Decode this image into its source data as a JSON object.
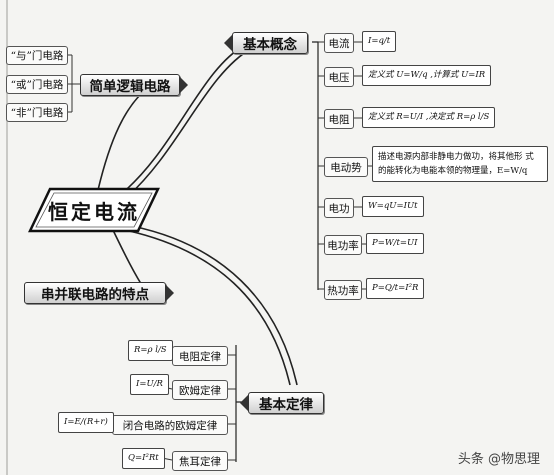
{
  "center": {
    "label": "恒定电流"
  },
  "branches": {
    "basic_concepts": "基本概念",
    "logic_circuits": "简单逻辑电路",
    "series_parallel": "串并联电路的特点",
    "basic_laws": "基本定律"
  },
  "logic_gates": [
    "“与”门电路",
    "“或”门电路",
    "“非”门电路"
  ],
  "concepts": [
    {
      "name": "电流",
      "formula": "I=q/t"
    },
    {
      "name": "电压",
      "formula": "定义式 U=W/q ,计算式 U=IR"
    },
    {
      "name": "电阻",
      "formula": "定义式 R=U/I ,决定式 R=ρ l/S"
    },
    {
      "name": "电动势",
      "formula": "描述电源内部非静电力做功，将其他形 式的能转化为电能本领的物理量，E=W/q"
    },
    {
      "name": "电功",
      "formula": "W=qU=IUt"
    },
    {
      "name": "电功率",
      "formula": "P=W/t=UI"
    },
    {
      "name": "热功率",
      "formula": "P=Q/t=I²R"
    }
  ],
  "laws": [
    {
      "name": "电阻定律",
      "formula": "R=ρ l/S"
    },
    {
      "name": "欧姆定律",
      "formula": "I=U/R"
    },
    {
      "name": "闭合电路的欧姆定律",
      "formula": "I=E/(R+r)"
    },
    {
      "name": "焦耳定律",
      "formula": "Q=I²Rt"
    }
  ],
  "watermark": "头条 @物思理"
}
